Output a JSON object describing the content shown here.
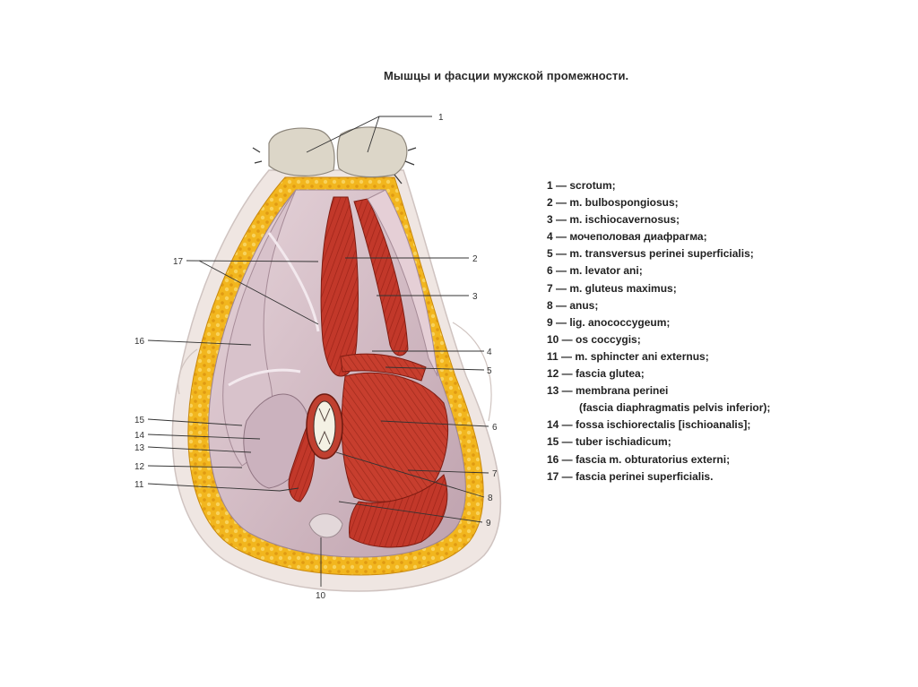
{
  "title": "Мышцы и фасции мужской промежности.",
  "callouts": [
    "1",
    "2",
    "3",
    "4",
    "5",
    "6",
    "7",
    "8",
    "9",
    "10",
    "11",
    "12",
    "13",
    "14",
    "15",
    "16",
    "17"
  ],
  "legend": [
    "1 — scrotum;",
    "2 — m. bulbospongiosus;",
    "3 — m. ischiocavernosus;",
    "4 — мочеполовая диафрагма;",
    "5 — m. transversus perinei superficialis;",
    "6 — m. levator ani;",
    "7 — m. gluteus maximus;",
    "8 — anus;",
    "9 — lig. anococcygeum;",
    "10 — os coccygis;",
    "11 — m. sphincter ani externus;",
    "12 — fascia glutea;",
    "13 — membrana perinei",
    "(fascia diaphragmatis pelvis inferior);",
    "14 — fossa ischiorectalis [ischioanalis];",
    "15 — tuber ischiadicum;",
    "16 — fascia m. obturatorius externi;",
    "17 — fascia perinei superficialis."
  ],
  "colors": {
    "fat": "#f0b820",
    "muscle": "#c23a2a",
    "fascia": "#d9c3cc",
    "skin": "#efe7e3"
  }
}
